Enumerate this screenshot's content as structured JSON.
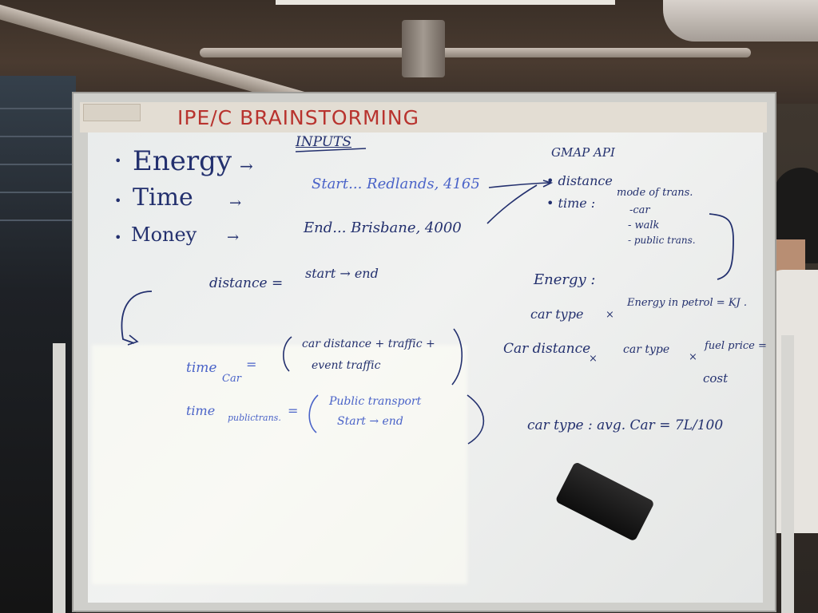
{
  "board": {
    "title": "IPE/C BRAINSTORMING",
    "inputs_heading": "INPUTS",
    "bullets": [
      "Energy",
      "Time",
      "Money"
    ],
    "start_line": "Start... Redlands, 4165",
    "end_line": "End... Brisbane, 4000",
    "gmap_api": "GMAP API",
    "api_distance": "distance",
    "api_time": "time :",
    "mode_of_trans": "mode of trans.",
    "mode_car": "-car",
    "mode_walk": "- walk",
    "mode_public": "- public trans.",
    "distance_label": "distance =",
    "distance_rhs": "start → end",
    "energy_label": "Energy :",
    "car_type": "car type",
    "times1": "×",
    "energy_in_petrol": "Energy in petrol = KJ .",
    "car_distance": "Car distance",
    "times2": "×",
    "car_type2": "car type",
    "times3": "×",
    "fuel_price": "fuel price =",
    "cost": "cost",
    "time_car": "time",
    "time_car_sub": "Car",
    "time_car_eq": "=",
    "time_car_rhs1": "car distance + traffic +",
    "time_car_rhs2": "event traffic",
    "time_public": "time",
    "time_public_sub": "publictrans.",
    "time_public_eq": "=",
    "time_public_rhs1": "Public transport",
    "time_public_rhs2": "Start → end",
    "car_type_avg": "car type : avg. Car = 7L/100"
  },
  "colors": {
    "board": "#eef0ef",
    "marker_dark": "#23306e",
    "marker_light": "#4a63c8",
    "marker_red": "#b8332e"
  }
}
